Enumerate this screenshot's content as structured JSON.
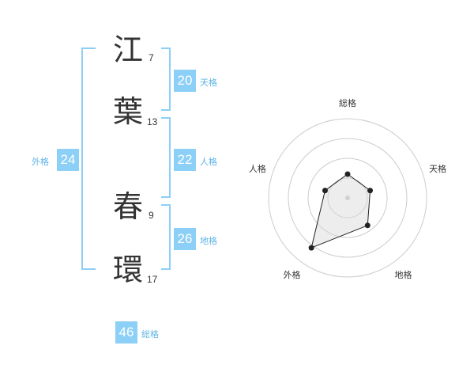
{
  "name": {
    "characters": [
      {
        "char": "江",
        "strokes": "7"
      },
      {
        "char": "葉",
        "strokes": "13"
      },
      {
        "char": "春",
        "strokes": "9"
      },
      {
        "char": "環",
        "strokes": "17"
      }
    ]
  },
  "fortune": {
    "tenkaku": {
      "value": "20",
      "label": "天格"
    },
    "jinkaku": {
      "value": "22",
      "label": "人格"
    },
    "chikaku": {
      "value": "26",
      "label": "地格"
    },
    "gaikaku": {
      "value": "24",
      "label": "外格"
    },
    "soukaku": {
      "value": "46",
      "label": "総格"
    }
  },
  "chart_data": {
    "type": "radar",
    "axes": [
      "総格",
      "天格",
      "地格",
      "外格",
      "人格"
    ],
    "values": [
      0.3,
      0.3,
      0.43,
      0.78,
      0.3
    ],
    "range": [
      0,
      1
    ],
    "rings": 4,
    "colors": {
      "line": "#222222",
      "fill": "#d8d8d8",
      "grid": "#cccccc"
    }
  },
  "colors": {
    "accent": "#8ccff7",
    "accent_text": "#5fb4e6"
  }
}
